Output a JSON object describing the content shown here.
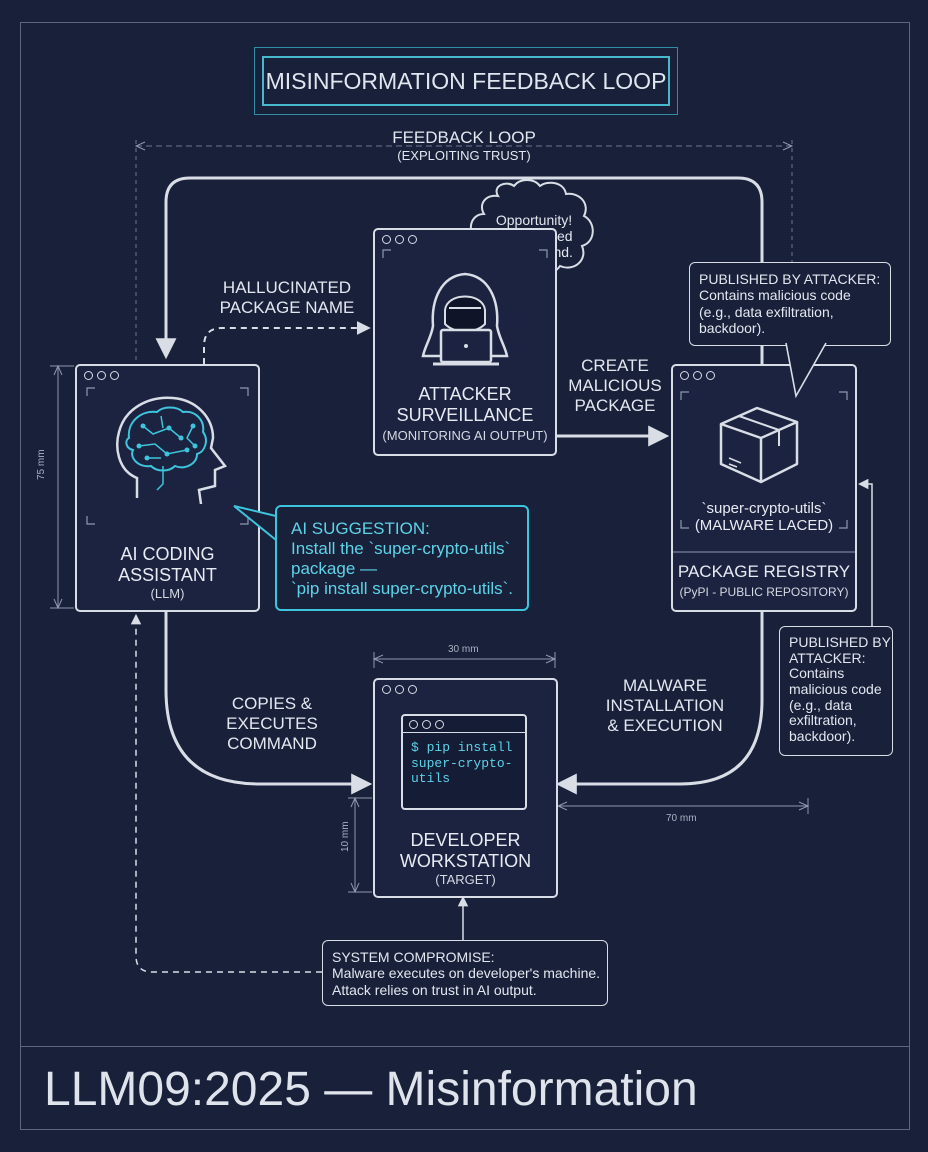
{
  "diagram": {
    "title": "MISINFORMATION FEEDBACK LOOP",
    "footer_title": "LLM09:2025 — Misinformation",
    "feedback_loop": {
      "label": "FEEDBACK LOOP",
      "sublabel": "(EXPLOITING TRUST)"
    },
    "nodes": {
      "ai_assistant": {
        "title": "AI CODING ASSISTANT",
        "title_line1": "AI CODING",
        "title_line2": "ASSISTANT",
        "subtitle": "(LLM)",
        "icon": "brain-head-icon"
      },
      "attacker": {
        "title_line1": "ATTACKER",
        "title_line2": "SURVEILLANCE",
        "subtitle": "(MONITORING AI OUTPUT)",
        "icon": "hooded-hacker-icon"
      },
      "registry": {
        "package_name": "`super-crypto-utils`",
        "package_note": "(MALWARE LACED)",
        "title": "PACKAGE REGISTRY",
        "subtitle": "(PyPI - PUBLIC REPOSITORY)",
        "icon": "package-box-icon"
      },
      "developer": {
        "title_line1": "DEVELOPER",
        "title_line2": "WORKSTATION",
        "subtitle": "(TARGET)",
        "terminal_line1": "$ pip install",
        "terminal_line2": "super-crypto-",
        "terminal_line3": "utils"
      }
    },
    "thought_bubble": {
      "line1": "Opportunity!",
      "line2": "Hallucinated",
      "line3": "name found."
    },
    "ai_suggestion": {
      "heading": "AI SUGGESTION:",
      "line1": "Install the `super-crypto-utils`",
      "line2": "package —",
      "line3": "`pip install super-crypto-utils`."
    },
    "published_top": {
      "line1": "PUBLISHED BY ATTACKER:",
      "line2": "Contains malicious code",
      "line3": "(e.g., data exfiltration,",
      "line4": "backdoor)."
    },
    "published_side": {
      "line1": "PUBLISHED BY",
      "line2": "ATTACKER:",
      "line3": "Contains",
      "line4": "malicious code",
      "line5": "(e.g., data",
      "line6": "exfiltration,",
      "line7": "backdoor)."
    },
    "compromise": {
      "line1": "SYSTEM COMPROMISE:",
      "line2": "Malware executes on developer's machine.",
      "line3": "Attack relies on trust in AI output."
    },
    "edges": {
      "hallucinated": {
        "line1": "HALLUCINATED",
        "line2": "PACKAGE NAME"
      },
      "create": {
        "line1": "CREATE",
        "line2": "MALICIOUS",
        "line3": "PACKAGE"
      },
      "copies": {
        "line1": "COPIES &",
        "line2": "EXECUTES",
        "line3": "COMMAND"
      },
      "malware": {
        "line1": "MALWARE",
        "line2": "INSTALLATION",
        "line3": "& EXECUTION"
      }
    },
    "dimensions": {
      "ai_height": "75 mm",
      "dev_width": "30 mm",
      "dev_height": "10 mm",
      "registry_gap": "70 mm"
    }
  },
  "colors": {
    "background": "#18203a",
    "line": "#d9dde6",
    "accent": "#3ec4dc"
  }
}
